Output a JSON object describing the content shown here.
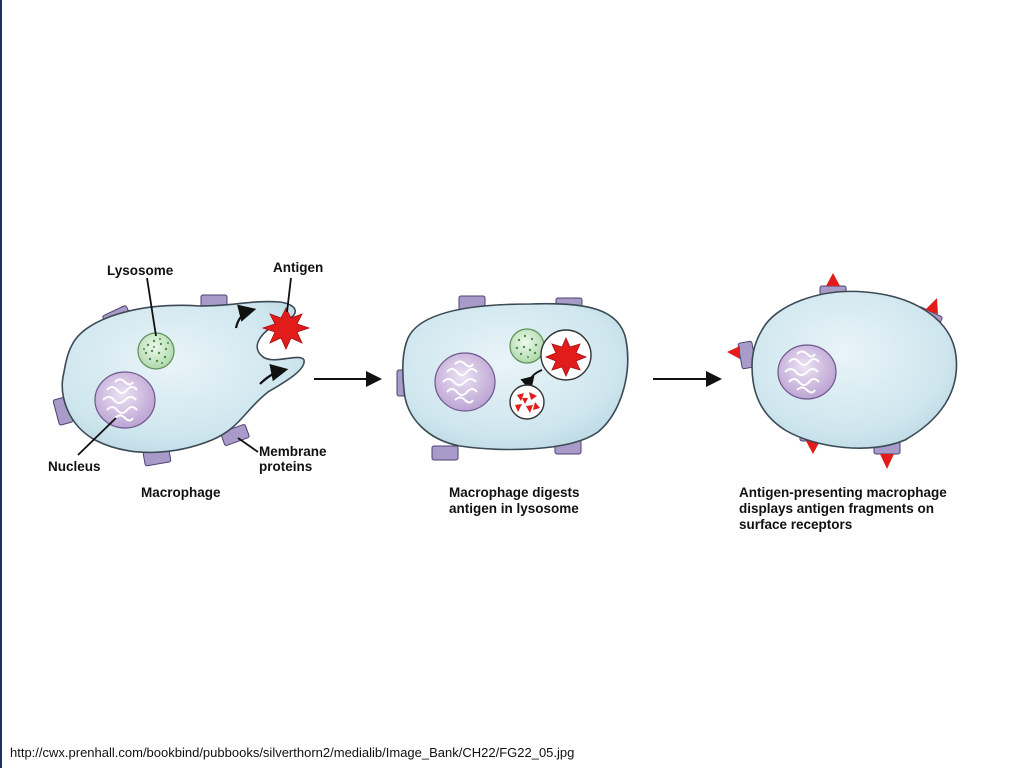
{
  "diagram": {
    "panel1": {
      "labels": {
        "lysosome": "Lysosome",
        "antigen": "Antigen",
        "nucleus": "Nucleus",
        "membrane_line1": "Membrane",
        "membrane_line2": "proteins"
      },
      "caption": "Macrophage"
    },
    "panel2": {
      "caption_line1": "Macrophage digests",
      "caption_line2": "antigen in lysosome"
    },
    "panel3": {
      "caption_line1": "Antigen-presenting macrophage",
      "caption_line2": "displays antigen fragments on",
      "caption_line3": "surface receptors"
    },
    "colors": {
      "cell_fill": "#cfe6ee",
      "cell_stroke": "#3c4a55",
      "protein_fill": "#a89bc9",
      "nucleus_fill": "#c9b3dc",
      "lysosome_fill": "#c7e3c4",
      "antigen_red": "#e21b1b"
    }
  },
  "footer": {
    "source_url": "http://cwx.prenhall.com/bookbind/pubbooks/silverthorn2/medialib/Image_Bank/CH22/FG22_05.jpg"
  }
}
